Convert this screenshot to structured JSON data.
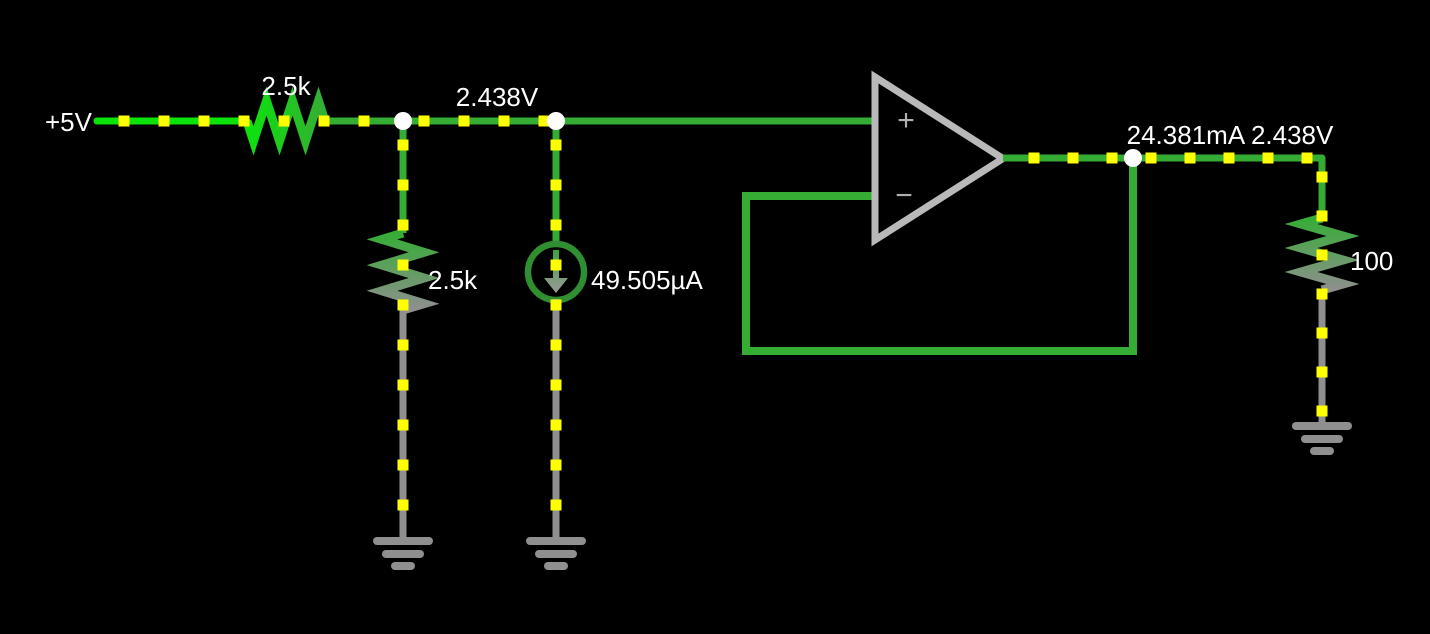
{
  "app": {
    "type": "circuit-simulator-canvas",
    "background": "#000000"
  },
  "colors": {
    "background": "#000000",
    "wire_high_voltage": "#0ce30c",
    "wire_mid_voltage": "#35ad35",
    "wire_ground": "#8f8f8f",
    "current_dot": "#ffff00",
    "node": "#ffffff",
    "label_text": "#ffffff",
    "opamp_stroke": "#b9b9b9",
    "current_source_ring": "#2f8e2f"
  },
  "labels": {
    "supply": "+5V",
    "r1_value": "2.5k",
    "node_voltage": "2.438V",
    "r2_value": "2.5k",
    "cs_value": "49.505µA",
    "out_readout": "24.381mA 2.438V",
    "r3_value": "100",
    "opamp_plus": "+",
    "opamp_minus": "−"
  },
  "circuit": {
    "components": [
      {
        "id": "v1",
        "type": "voltage-rail",
        "value": "+5V"
      },
      {
        "id": "r1",
        "type": "resistor",
        "value": "2.5k",
        "orientation": "horizontal"
      },
      {
        "id": "r2",
        "type": "resistor",
        "value": "2.5k",
        "orientation": "vertical"
      },
      {
        "id": "cs1",
        "type": "current-source",
        "value": "49.505µA",
        "direction": "down"
      },
      {
        "id": "op1",
        "type": "opamp",
        "config": "voltage-follower",
        "inputs": [
          "+",
          "−"
        ]
      },
      {
        "id": "r3",
        "type": "resistor",
        "value": "100",
        "orientation": "vertical"
      },
      {
        "id": "gnd",
        "type": "ground",
        "count": 3
      }
    ],
    "readouts": [
      {
        "id": "node-voltage",
        "value": "2.438V"
      },
      {
        "id": "output-readout",
        "value": "24.381mA 2.438V"
      }
    ]
  }
}
